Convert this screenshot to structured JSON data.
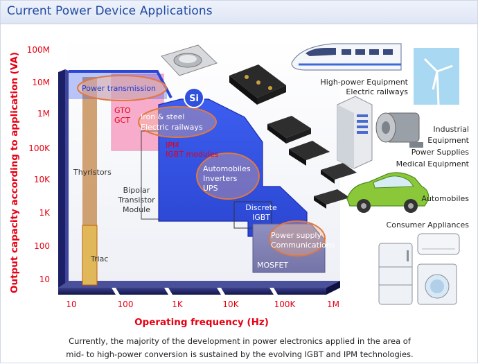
{
  "header": {
    "title": "Current Power Device Applications"
  },
  "axes": {
    "ylabel": "Output capacity according to application (VA)",
    "xlabel": "Operating frequency (Hz)",
    "y_ticks": [
      "100M",
      "10M",
      "1M",
      "100K",
      "10K",
      "1K",
      "100",
      "10"
    ],
    "x_ticks": [
      "10",
      "100",
      "1K",
      "10K",
      "100K",
      "1M"
    ]
  },
  "regions": {
    "si": "Si",
    "thyristors": "Thyristors",
    "triac": "Triac",
    "gto_gct": [
      "GTO",
      "GCT"
    ],
    "ipm_igbt": [
      "IPM",
      "IGBT modules"
    ],
    "bipolar": [
      "Bipolar",
      "Transistor",
      "Module"
    ],
    "discrete_igbt": [
      "Discrete",
      "IGBT"
    ],
    "mosfet": "MOSFET"
  },
  "applications": {
    "power_transmission": "Power transmission",
    "iron_steel": [
      "Iron & steel",
      "Electric railways"
    ],
    "automobiles": [
      "Automobiles",
      "Inverters",
      "UPS"
    ],
    "power_supply": [
      "Power supply",
      "Communications"
    ]
  },
  "side_labels": {
    "high_power": [
      "High-power Equipment",
      "Electric railways"
    ],
    "industrial": [
      "Industrial",
      "Equipment",
      "Power Supplies",
      "Medical Equipment"
    ],
    "automobiles": "Automobiles",
    "consumer": "Consumer Appliances"
  },
  "footer": {
    "line1": "Currently, the majority of the development in power electronics applied in the area of",
    "line2": "mid- to high-power conversion is sustained by the evolving IGBT and IPM technologies."
  },
  "colors": {
    "title": "#1f4aa3",
    "axis_label": "#e60012",
    "blue_region": "#3050e0",
    "pink_region": "#f6a8c8",
    "thyristor_region": "#c8925a",
    "mosfet_region": "#8a8ab8",
    "axis_dark": "#1b1f66"
  }
}
